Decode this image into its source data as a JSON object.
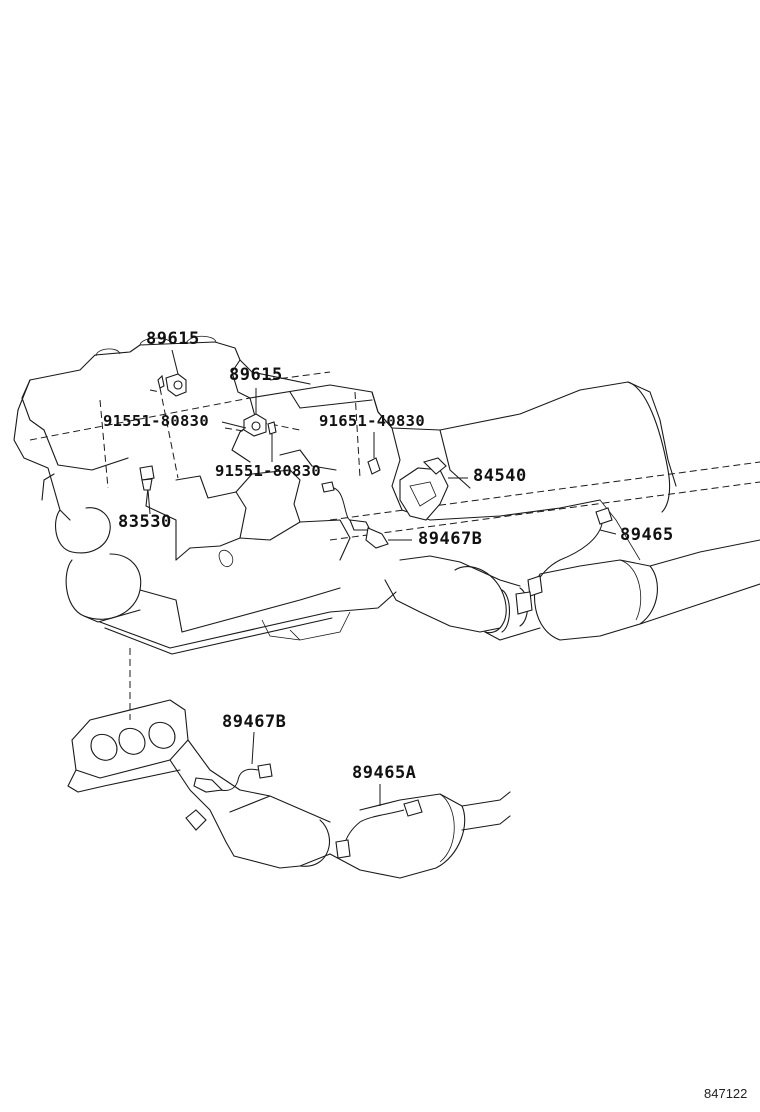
{
  "callouts": {
    "p89615_a": "89615",
    "p89615_b": "89615",
    "p91551_a": "91551-80830",
    "p91551_b": "91551-80830",
    "p91651": "91651-40830",
    "p84540": "84540",
    "p83530": "83530",
    "p89467B_a": "89467B",
    "p89465": "89465",
    "p89467B_b": "89467B",
    "p89465A": "89465A"
  },
  "figure_ref": "847122"
}
